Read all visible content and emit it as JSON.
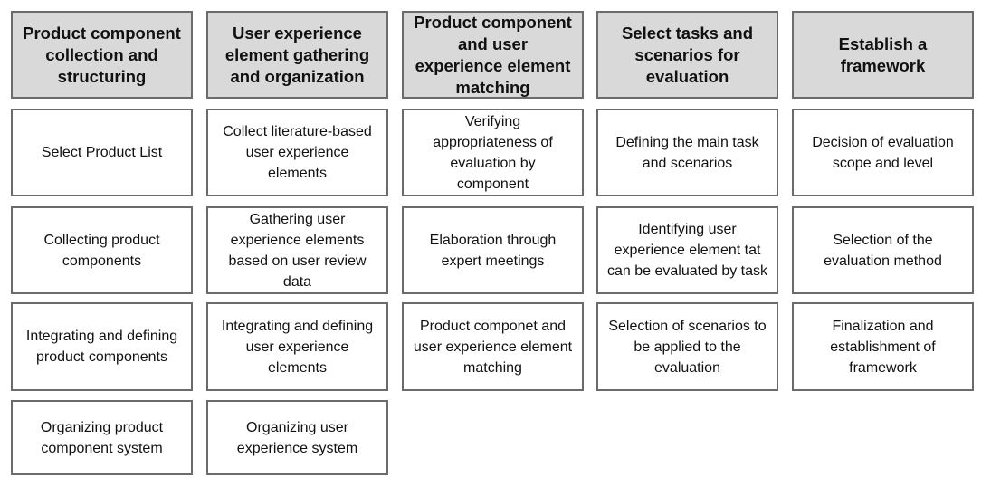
{
  "columns": [
    {
      "header": "Product component collection and structuring",
      "items": [
        "Select Product List",
        "Collecting product components",
        "Integrating and defining product components",
        "Organizing product component system"
      ]
    },
    {
      "header": "User experience element gathering and organization",
      "items": [
        "Collect literature-based user experience elements",
        "Gathering user experience elements based on user review data",
        "Integrating and defining user experience elements",
        "Organizing user experience system"
      ]
    },
    {
      "header": "Product component and user experience element matching",
      "items": [
        "Verifying appropriateness of evaluation by component",
        "Elaboration through expert meetings",
        "Product componet and user experience element matching"
      ]
    },
    {
      "header": "Select tasks and scenarios for evaluation",
      "items": [
        "Defining the main task and scenarios",
        "Identifying user experience element tat can be evaluated by task",
        "Selection of scenarios to be applied to the evaluation"
      ]
    },
    {
      "header": "Establish a framework",
      "items": [
        "Decision of evaluation scope and level",
        "Selection of the evaluation method",
        "Finalization and establishment of framework"
      ]
    }
  ]
}
